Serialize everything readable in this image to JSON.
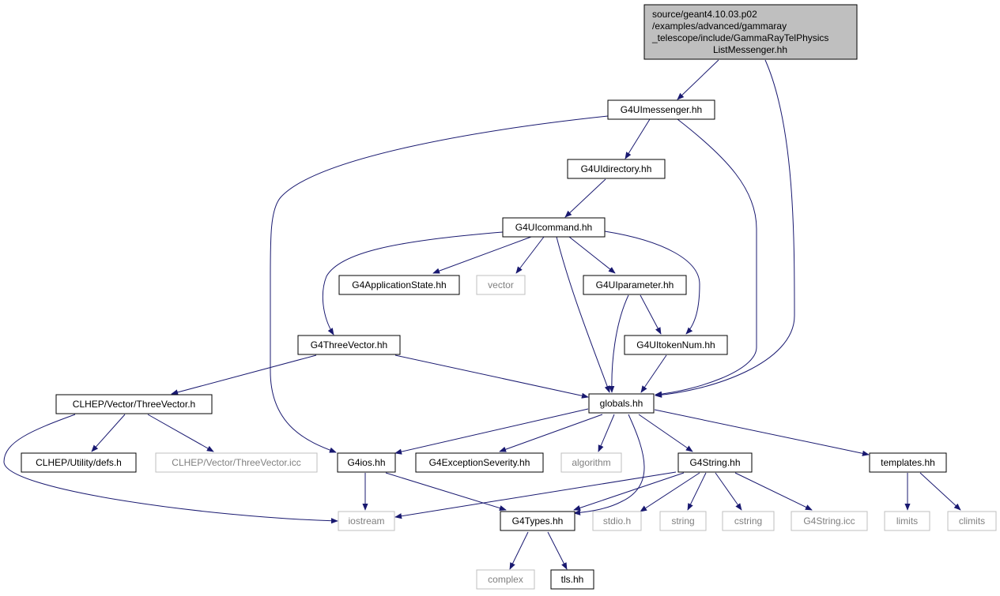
{
  "root": {
    "lines": [
      "source/geant4.10.03.p02",
      "/examples/advanced/gammaray",
      "_telescope/include/GammaRayTelPhysics",
      "ListMessenger.hh"
    ]
  },
  "nodes": {
    "G4UImessenger": "G4UImessenger.hh",
    "G4UIdirectory": "G4UIdirectory.hh",
    "G4UIcommand": "G4UIcommand.hh",
    "G4ApplicationState": "G4ApplicationState.hh",
    "vector": "vector",
    "G4UIparameter": "G4UIparameter.hh",
    "G4ThreeVector": "G4ThreeVector.hh",
    "G4UItokenNum": "G4UItokenNum.hh",
    "CLHEPThreeVector": "CLHEP/Vector/ThreeVector.h",
    "globals": "globals.hh",
    "CLHEPdefs": "CLHEP/Utility/defs.h",
    "CLHEPThreeVectorIcc": "CLHEP/Vector/ThreeVector.icc",
    "G4ios": "G4ios.hh",
    "G4ExceptionSeverity": "G4ExceptionSeverity.hh",
    "algorithm": "algorithm",
    "G4String": "G4String.hh",
    "templates": "templates.hh",
    "iostream": "iostream",
    "G4Types": "G4Types.hh",
    "stdio": "stdio.h",
    "string": "string",
    "cstring": "cstring",
    "G4StringIcc": "G4String.icc",
    "limits": "limits",
    "climits": "climits",
    "complex": "complex",
    "tls": "tls.hh"
  },
  "colors": {
    "edge": "#191970",
    "root_fill": "#bfbfbf",
    "external_border": "#bfbfbf",
    "external_text": "#808080"
  }
}
